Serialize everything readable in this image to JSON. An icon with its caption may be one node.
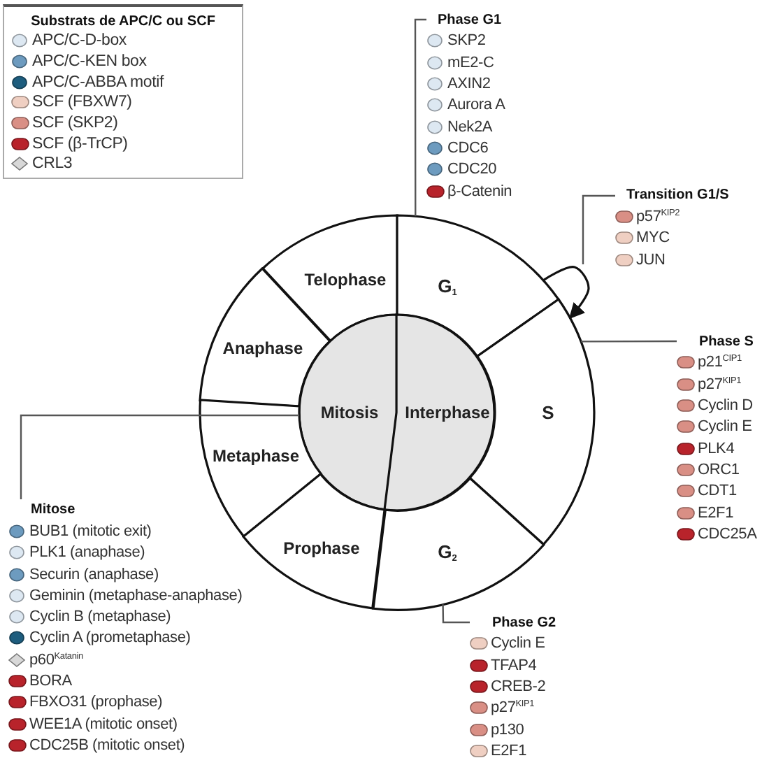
{
  "diagram": {
    "nodes": [
      {
        "text": [
          "Phase G1",
          "SKP2",
          "mE2-C",
          "AXIN2",
          "Aurora A",
          "Nek2A",
          "CDC6",
          "CDC20",
          "β-Catenin"
        ]
      },
      {
        "text": [
          "Transition G1/S",
          "p57$^{KIP2}$",
          "MYC",
          "JUN"
        ]
      },
      {
        "text": [
          "Telophase"
        ]
      },
      {
        "text": [
          "G$_{1}$"
        ]
      },
      {
        "text": [
          "Anaphase"
        ]
      },
      {
        "text": [
          "Mitosis"
        ]
      },
      {
        "text": [
          "Interphase"
        ]
      },
      {
        "text": [
          "S"
        ]
      },
      {
        "text": [
          "Phase S",
          "p21$^{CIP1}$",
          "p27$^{KIP1}$",
          "Cyclin D",
          "Cyclin E",
          "PLK4",
          "ORC1",
          "CDT1",
          "E2F1",
          "CDC25A"
        ]
      },
      {
        "text": [
          "Metaphase"
        ]
      },
      {
        "text": [
          "Mitose",
          "BUB1 (mitotic exit)",
          "PLK1 (anaphase)",
          "Securin (anaphase)",
          "Geminin (metaphase-anaphase)",
          "Cyclin B (metaphase)",
          "Cyclin A (prometaphase)",
          "p60$^{Katanin}$",
          "BORA",
          "FBXO31 (prophase)",
          "WEE1A (mitotic onset)",
          "CDC25B (mitotic onset)"
        ]
      },
      {
        "text": [
          "Prophase"
        ]
      },
      {
        "text": [
          "G$_{2}$"
        ]
      },
      {
        "text": [
          "Phase G2",
          "Cyclin E",
          "TFAP4",
          "CREB-2",
          "p27$^{KIP1}$",
          "p130",
          "E2F1"
        ]
      }
    ],
    "edges": [
      {
        "from": 0,
        "to": 3,
        "arrow": "none"
      },
      {
        "from": 3,
        "to": 7,
        "arrow": "to"
      },
      {
        "from": 1,
        "to": null,
        "arrow": "none"
      },
      {
        "from": 8,
        "to": 7,
        "arrow": "none"
      },
      {
        "from": 10,
        "to": 5,
        "arrow": "none"
      },
      {
        "from": 13,
        "to": 12,
        "arrow": "none"
      }
    ],
    "labels": [
      "Substrats de APC/C ou SCF"
    ],
    "legend": [
      {
        "text": "APC/C-D-box",
        "color": "#dde8f2"
      },
      {
        "text": "APC/C-KEN box",
        "color": "#6d9bbf"
      },
      {
        "text": "APC/C-ABBA motif",
        "color": "#1e5d7e"
      },
      {
        "text": "SCF (FBXW7)",
        "color": "#efcfc2"
      },
      {
        "text": "SCF (SKP2)",
        "color": "#d98f85"
      },
      {
        "text": "SCF (β-TrCP)",
        "color": "#b8232b"
      },
      {
        "text": "CRL3",
        "color": "#d8d8d8"
      }
    ]
  }
}
